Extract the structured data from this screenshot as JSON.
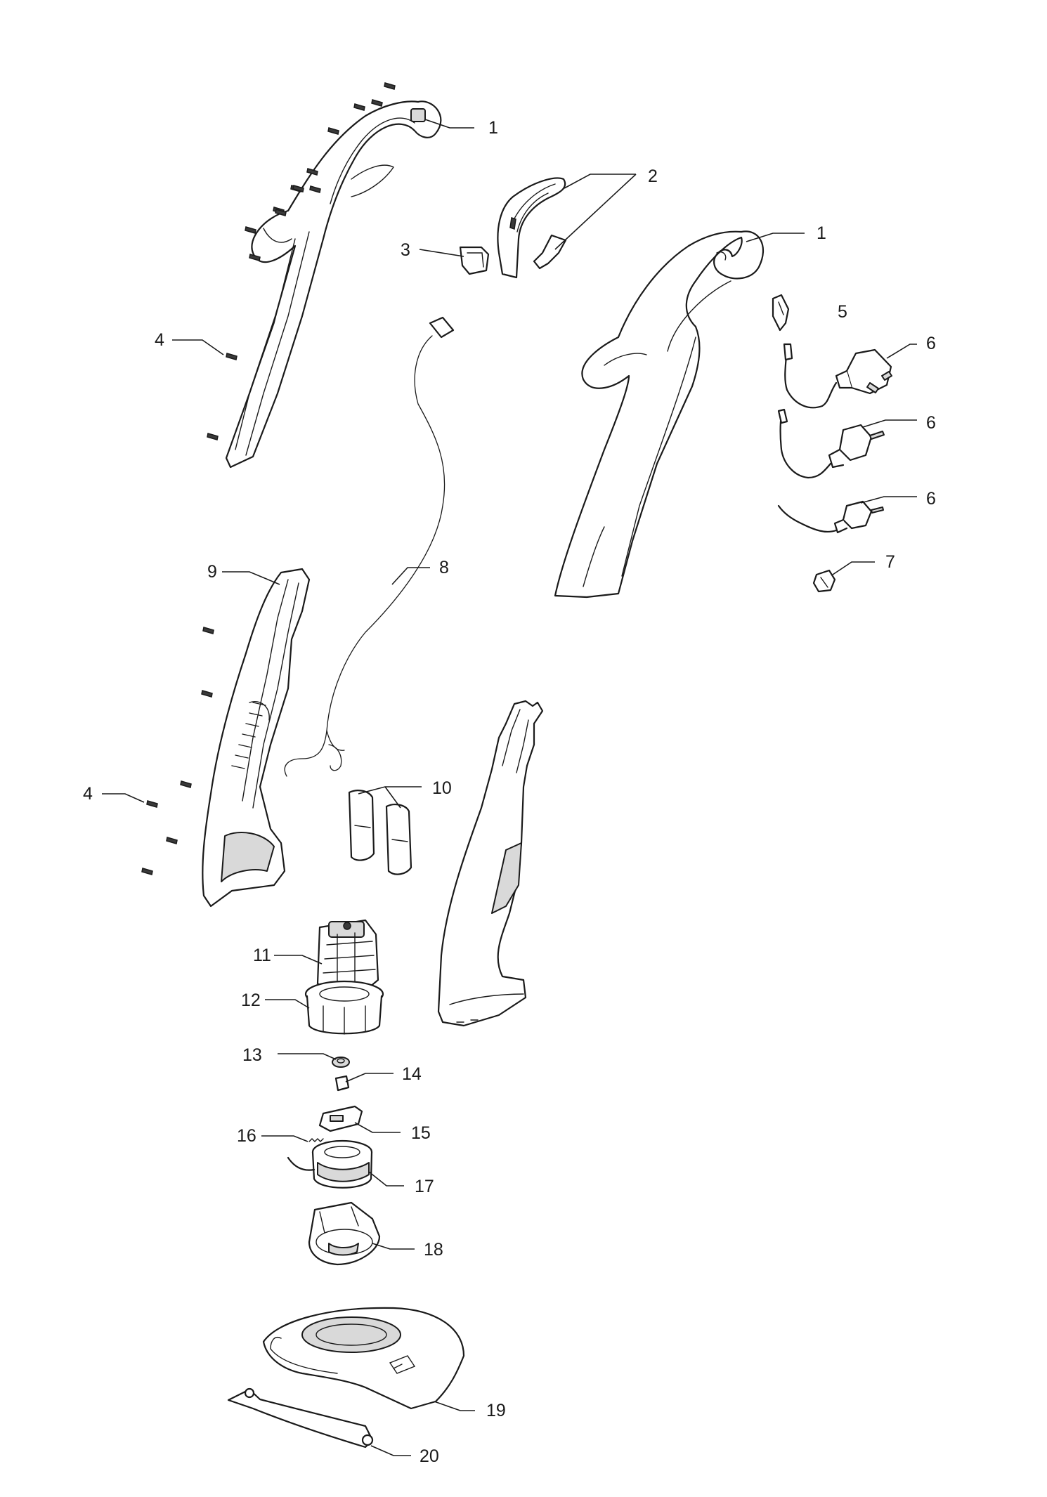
{
  "callouts": [
    {
      "id": "c1a",
      "label": "1"
    },
    {
      "id": "c1b",
      "label": "1"
    },
    {
      "id": "c2",
      "label": "2"
    },
    {
      "id": "c3",
      "label": "3"
    },
    {
      "id": "c4a",
      "label": "4"
    },
    {
      "id": "c4b",
      "label": "4"
    },
    {
      "id": "c5",
      "label": "5"
    },
    {
      "id": "c6a",
      "label": "6"
    },
    {
      "id": "c6b",
      "label": "6"
    },
    {
      "id": "c6c",
      "label": "6"
    },
    {
      "id": "c7",
      "label": "7"
    },
    {
      "id": "c8",
      "label": "8"
    },
    {
      "id": "c9",
      "label": "9"
    },
    {
      "id": "c10",
      "label": "10"
    },
    {
      "id": "c11",
      "label": "11"
    },
    {
      "id": "c12",
      "label": "12"
    },
    {
      "id": "c13",
      "label": "13"
    },
    {
      "id": "c14",
      "label": "14"
    },
    {
      "id": "c15",
      "label": "15"
    },
    {
      "id": "c16",
      "label": "16"
    },
    {
      "id": "c17",
      "label": "17"
    },
    {
      "id": "c18",
      "label": "18"
    },
    {
      "id": "c19",
      "label": "19"
    },
    {
      "id": "c20",
      "label": "20"
    }
  ]
}
